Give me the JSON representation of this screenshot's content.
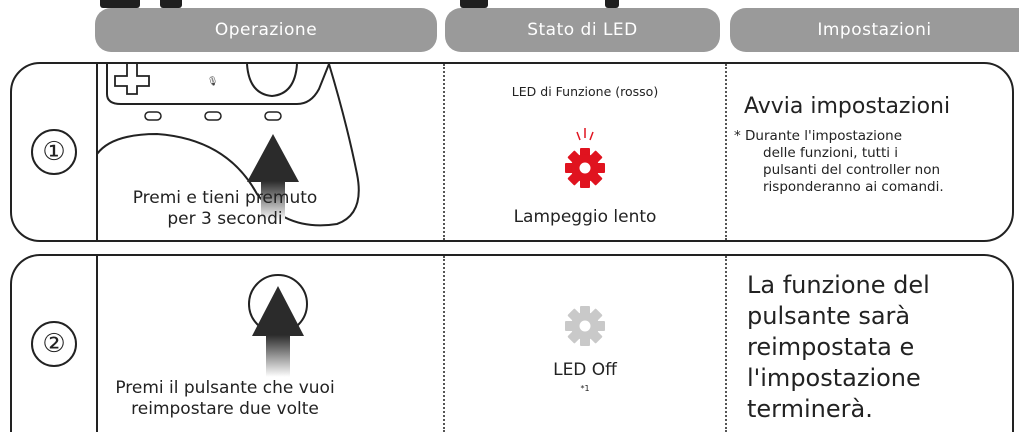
{
  "headers": {
    "col1": "Operazione",
    "col2": "Stato di LED",
    "col3": "Impostazioni"
  },
  "row1": {
    "number": "①",
    "operation_text": "Premi e tieni premuto\nper 3 secondi",
    "led_label": "LED di Funzione (rosso)",
    "led_state": "Lampeggio lento",
    "setting_title": "Avvia impostazioni",
    "setting_note_line1": "* Durante l'impostazione",
    "setting_note_rest": "delle funzioni, tutti i\npulsanti del controller non\nrisponderanno ai comandi."
  },
  "row2": {
    "number": "②",
    "operation_text": "Premi il pulsante che vuoi\nreimpostare due volte",
    "led_state": "LED Off",
    "led_footnote": "*1",
    "setting_text": "La funzione del\npulsante sarà\nreimpostata e\nl'impostazione\nterminerà."
  },
  "colors": {
    "header_bg": "#9a9a9a",
    "led_red": "#e0131f",
    "led_off": "#c9c9c9",
    "arrow": "#2b2b2b"
  }
}
